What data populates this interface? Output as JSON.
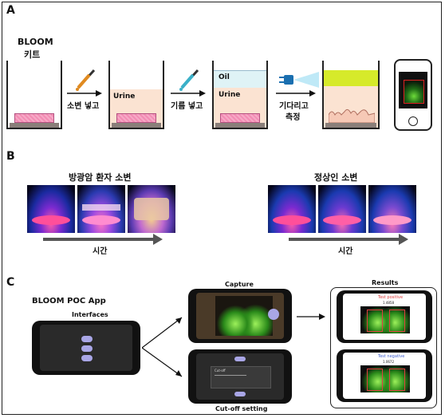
{
  "panels": {
    "a": {
      "letter": "A",
      "kit_label_line1": "BLOOM",
      "kit_label_line2": "키트",
      "step1_label": "소변 넣고",
      "step2_label": "기름 넣고",
      "step3_label_line1": "기다리고",
      "step3_label_line2": "측정",
      "urine_label": "Urine",
      "urine_label2": "Urine",
      "oil_label": "Oil"
    },
    "b": {
      "letter": "B",
      "left_title": "방광암 환자 소변",
      "right_title": "정상인 소변",
      "left_axis": "시간",
      "right_axis": "시간"
    },
    "c": {
      "letter": "C",
      "app_title": "BLOOM POC App",
      "interfaces_label": "Interfaces",
      "capture_label": "Capture",
      "results_label": "Results",
      "cutoff_label": "Cut-off setting",
      "result1_text": "Test positive",
      "result1_value": "1.4858",
      "result2_text": "Test negative",
      "result2_value": "1.0672",
      "cutoff_box_title": "Cut-off"
    }
  },
  "colors": {
    "urine": "#fbe3d2",
    "oil": "#dff3f6",
    "kit_pad": "#f28cb3",
    "algae": "#d6ea2a",
    "pill": "#a9a6e6",
    "positive": "#e04040",
    "negative": "#4060d0"
  }
}
